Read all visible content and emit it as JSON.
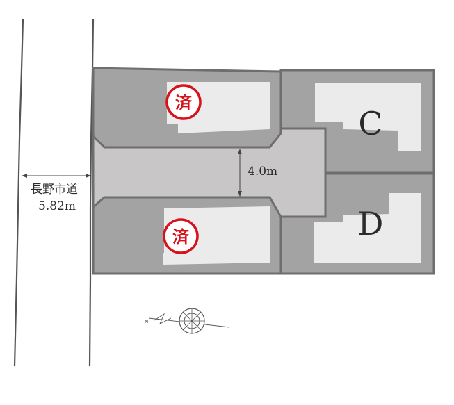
{
  "road": {
    "name": "長野市道",
    "width": "5.82m"
  },
  "driveway": {
    "width": "4.0m"
  },
  "lots": [
    {
      "id": "top-left",
      "label": "",
      "status": "済"
    },
    {
      "id": "bottom-left",
      "label": "",
      "status": "済"
    },
    {
      "id": "C",
      "label": "C",
      "status": ""
    },
    {
      "id": "D",
      "label": "D",
      "status": ""
    }
  ],
  "compass": {
    "north_letter": "N"
  },
  "colors": {
    "lot_fill": "#a3a3a3",
    "lot_border": "#6e6e6e",
    "driveway_fill": "#c8c6c7",
    "house_fill": "#ebebeb",
    "sold_red": "#d8121b"
  }
}
